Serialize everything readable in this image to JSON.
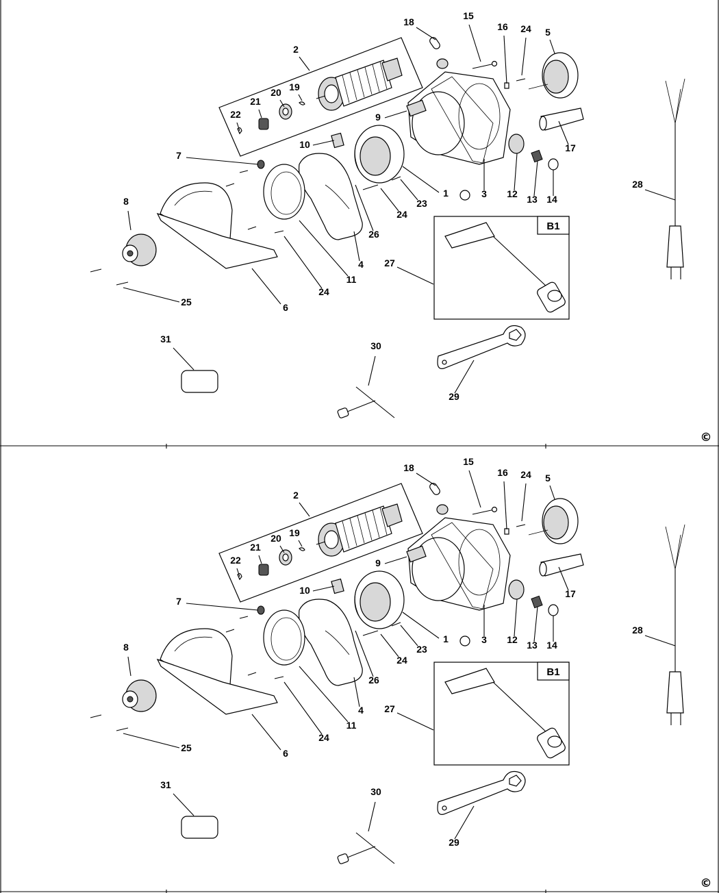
{
  "panels": [
    {
      "name": "top",
      "labels": [
        "1",
        "2",
        "3",
        "4",
        "5",
        "6",
        "7",
        "8",
        "9",
        "10",
        "11",
        "12",
        "13",
        "14",
        "15",
        "16",
        "17",
        "18",
        "19",
        "20",
        "21",
        "22",
        "23",
        "24",
        "24",
        "24",
        "25",
        "26",
        "27",
        "28",
        "29",
        "30",
        "31"
      ],
      "inset_label": "B1",
      "copyright": "©"
    },
    {
      "name": "bottom",
      "labels": [
        "1",
        "2",
        "3",
        "4",
        "5",
        "6",
        "7",
        "8",
        "9",
        "10",
        "11",
        "12",
        "13",
        "14",
        "15",
        "16",
        "17",
        "18",
        "19",
        "20",
        "21",
        "22",
        "23",
        "24",
        "24",
        "24",
        "25",
        "26",
        "27",
        "28",
        "29",
        "30",
        "31"
      ],
      "inset_label": "B1",
      "copyright": "©"
    }
  ]
}
